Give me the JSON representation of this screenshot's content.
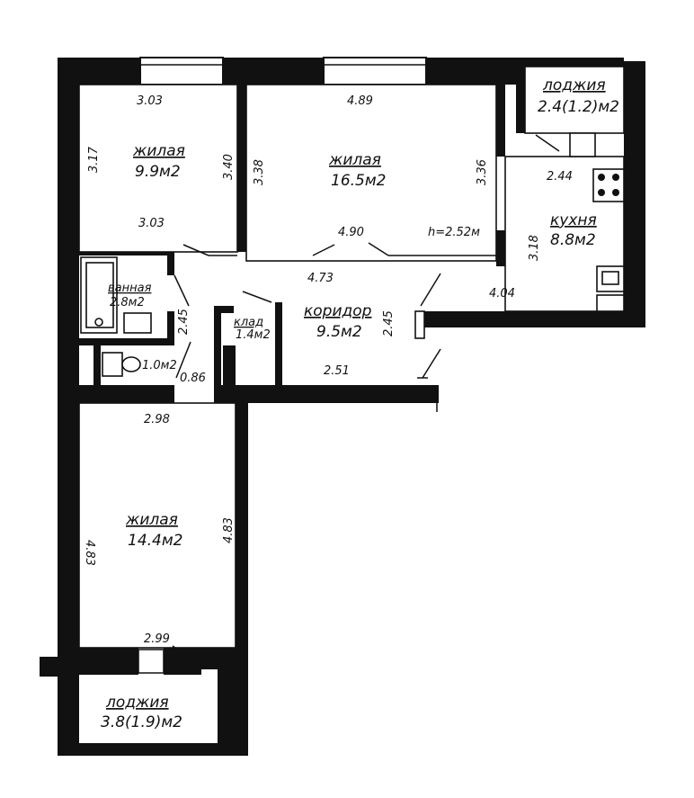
{
  "rooms": {
    "bedroom_top_left": {
      "name": "жилая",
      "area": "9.9м2"
    },
    "living_room": {
      "name": "жилая",
      "area": "16.5м2"
    },
    "loggia_top": {
      "name": "лоджия",
      "area": "2.4(1.2)м2"
    },
    "kitchen": {
      "name": "кухня",
      "area": "8.8м2"
    },
    "bathroom": {
      "name": "ванная",
      "area": "2.8м2"
    },
    "toilet": {
      "area": "1.0м2"
    },
    "storage": {
      "name": "клад",
      "area": "1.4м2"
    },
    "corridor": {
      "name": "коридор",
      "area": "9.5м2"
    },
    "bedroom_bottom": {
      "name": "жилая",
      "area": "14.4м2"
    },
    "loggia_bottom": {
      "name": "лоджия",
      "area": "3.8(1.9)м2"
    }
  },
  "dims": {
    "d_303_top": "3.03",
    "d_317": "3.17",
    "d_340": "3.40",
    "d_303_bottom": "3.03",
    "d_489": "4.89",
    "d_338": "3.38",
    "d_336": "3.36",
    "d_490": "4.90",
    "ceiling": "h=2.52м",
    "d_244": "2.44",
    "d_318": "3.18",
    "d_404": "4.04",
    "d_473": "4.73",
    "d_245_left": "2.45",
    "d_245_right": "2.45",
    "d_086": "0.86",
    "d_251": "2.51",
    "d_298": "2.98",
    "d_483_left": "4.83",
    "d_483_right": "4.83",
    "d_299": "2.99"
  }
}
